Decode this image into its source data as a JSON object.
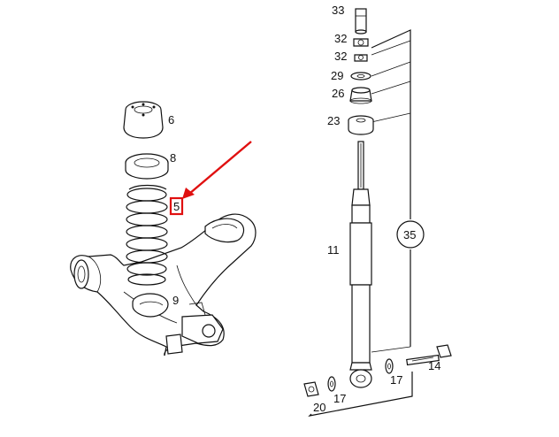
{
  "accent_color": "#e01010",
  "labels": {
    "p33": "33",
    "p32a": "32",
    "p32b": "32",
    "p29": "29",
    "p26": "26",
    "p23": "23",
    "p11": "11",
    "p35": "35",
    "p14": "14",
    "p17a": "17",
    "p17b": "17",
    "p20": "20",
    "p6": "6",
    "p8": "8",
    "p5": "5",
    "p9": "9"
  }
}
